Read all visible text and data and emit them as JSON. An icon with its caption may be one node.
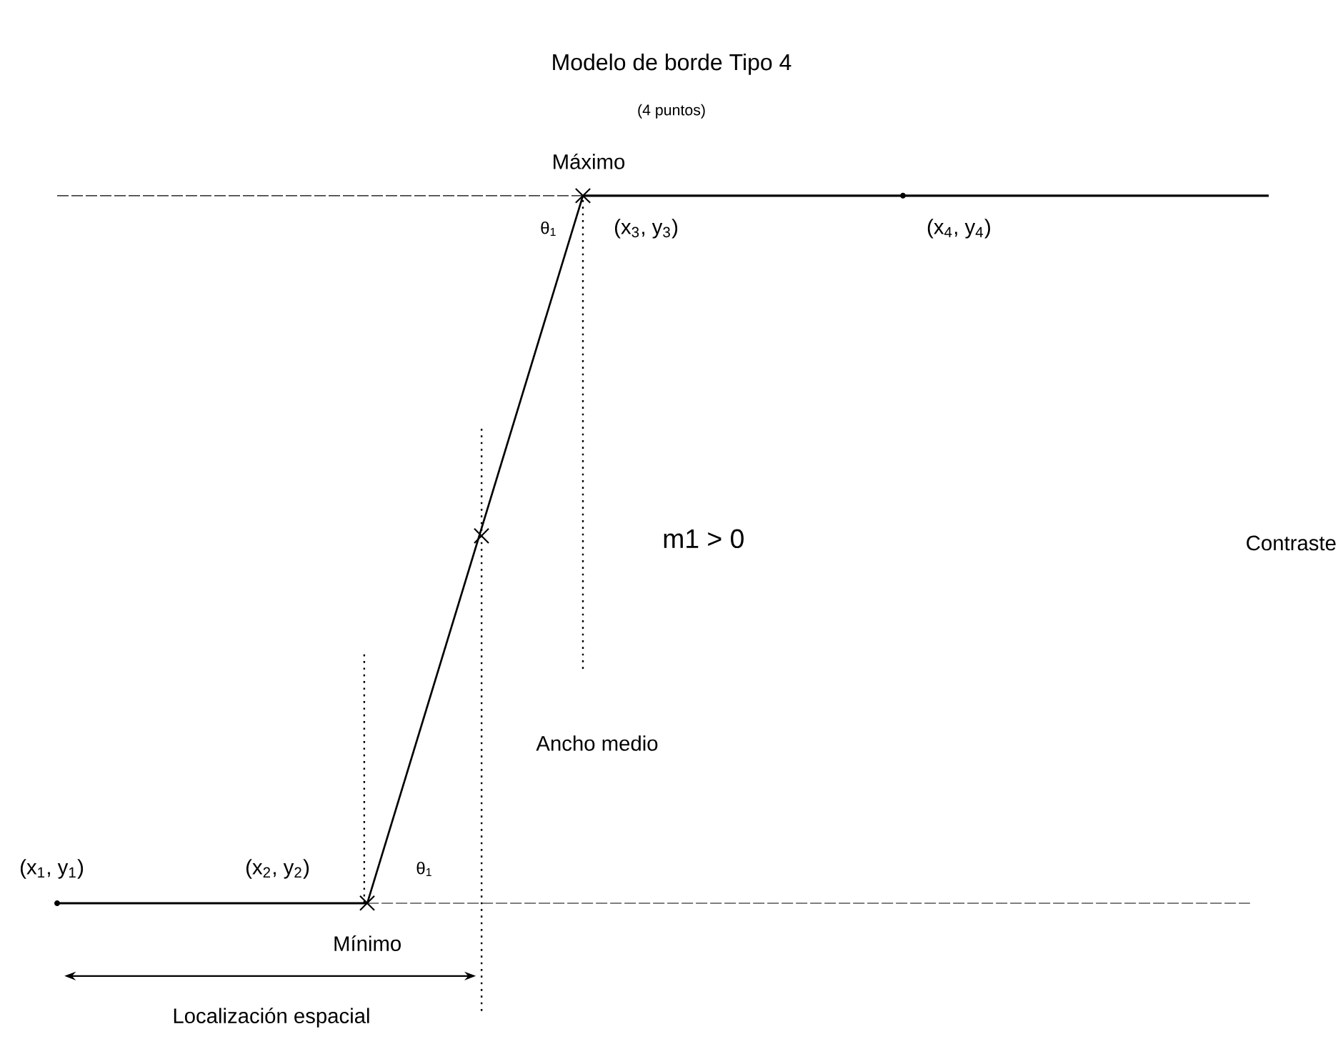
{
  "diagram": {
    "title": "Modelo de borde Tipo 4",
    "labels": [
      "(4 puntos)",
      "Máximo",
      "θ$_{1}$",
      "(x$_{3}$, y$_{3}$)",
      "(x$_{4}$, y$_{4}$)",
      "m1 > 0",
      "Contraste",
      "Ancho medio",
      "(x$_{1}$, y$_{1}$)",
      "(x$_{2}$, y$_{2}$)",
      "θ$_{1}$",
      "Mínimo",
      "Localización espacial"
    ]
  }
}
